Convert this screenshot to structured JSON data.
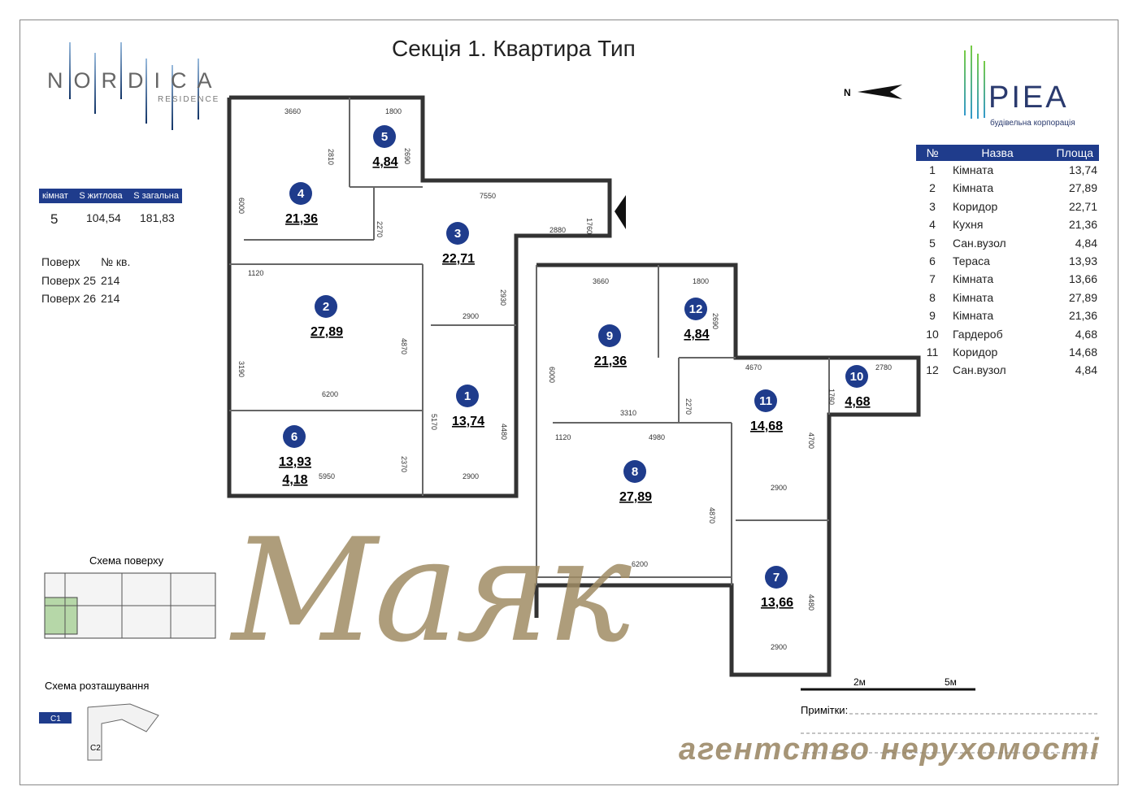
{
  "title": "Секція 1. Квартира Тип",
  "developer_logo": {
    "brand": "NORDICA",
    "sub": "RESIDENCE"
  },
  "builder_logo": {
    "brand": "PIEA",
    "sub": "будівельна корпорація"
  },
  "compass": "N",
  "summary": {
    "headers": [
      "кімнат",
      "S житлова",
      "S загальна"
    ],
    "values": [
      "5",
      "104,54",
      "181,83"
    ]
  },
  "floors": {
    "headers": [
      "Поверх",
      "№ кв."
    ],
    "rows": [
      [
        "Поверх 25",
        "214"
      ],
      [
        "Поверх 26",
        "214"
      ]
    ]
  },
  "rooms_table": {
    "headers": [
      "№",
      "Назва",
      "Площа"
    ],
    "rows": [
      [
        "1",
        "Кімната",
        "13,74"
      ],
      [
        "2",
        "Кімната",
        "27,89"
      ],
      [
        "3",
        "Коридор",
        "22,71"
      ],
      [
        "4",
        "Кухня",
        "21,36"
      ],
      [
        "5",
        "Сан.вузол",
        "4,84"
      ],
      [
        "6",
        "Тераса",
        "13,93"
      ],
      [
        "7",
        "Кімната",
        "13,66"
      ],
      [
        "8",
        "Кімната",
        "27,89"
      ],
      [
        "9",
        "Кімната",
        "21,36"
      ],
      [
        "10",
        "Гардероб",
        "4,68"
      ],
      [
        "11",
        "Коридор",
        "14,68"
      ],
      [
        "12",
        "Сан.вузол",
        "4,84"
      ]
    ]
  },
  "plan_rooms": [
    {
      "n": "1",
      "area": "13,74"
    },
    {
      "n": "2",
      "area": "27,89"
    },
    {
      "n": "3",
      "area": "22,71"
    },
    {
      "n": "4",
      "area": "21,36"
    },
    {
      "n": "5",
      "area": "4,84"
    },
    {
      "n": "6",
      "area": "13,93",
      "area2": "4,18"
    },
    {
      "n": "7",
      "area": "13,66"
    },
    {
      "n": "8",
      "area": "27,89"
    },
    {
      "n": "9",
      "area": "21,36"
    },
    {
      "n": "10",
      "area": "4,68"
    },
    {
      "n": "11",
      "area": "14,68"
    },
    {
      "n": "12",
      "area": "4,84"
    }
  ],
  "dimensions": [
    "3660",
    "1800",
    "2810",
    "2690",
    "6000",
    "7550",
    "1760",
    "2270",
    "2880",
    "1120",
    "2930",
    "4870",
    "3190",
    "2900",
    "6200",
    "5170",
    "4480",
    "2370",
    "5950",
    "2900",
    "3660",
    "1800",
    "2690",
    "6000",
    "4670",
    "2780",
    "1760",
    "2270",
    "3310",
    "1120",
    "4980",
    "4700",
    "4870",
    "2900",
    "6200",
    "4480",
    "2900"
  ],
  "floor_scheme_label": "Схема поверху",
  "location_scheme_label": "Схема розташування",
  "sections": [
    "C1",
    "C2"
  ],
  "scale": [
    "2м",
    "5м"
  ],
  "notes_label": "Примітки:",
  "watermark": {
    "brand": "Маяк",
    "sub": "агентство нерухомості"
  },
  "colors": {
    "accent": "#1f3c8c",
    "marker": "#1f3c8c",
    "watermark": "#a08c64",
    "highlight": "#b6d7a8"
  }
}
